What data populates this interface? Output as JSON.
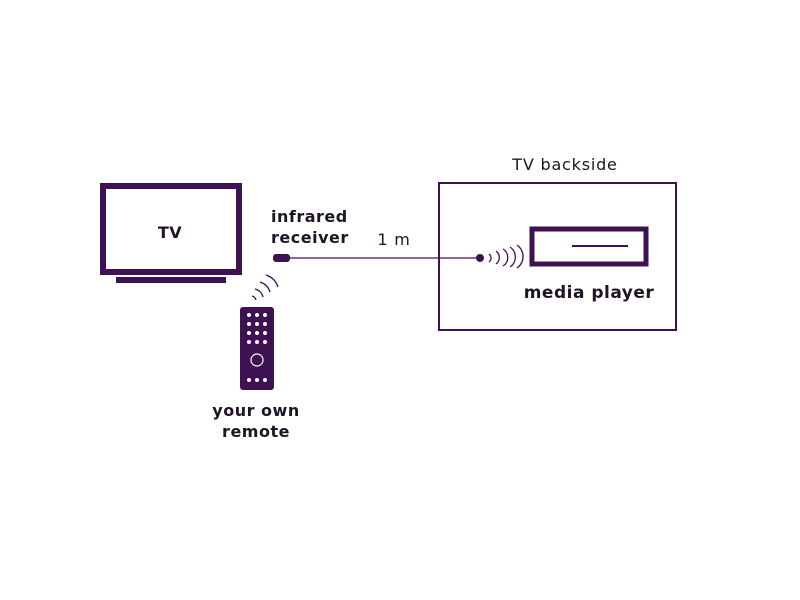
{
  "colors": {
    "accent": "#3d1152",
    "text": "#1e1424"
  },
  "tv": {
    "label": "TV"
  },
  "receiver": {
    "label_line1": "infrared",
    "label_line2": "receiver"
  },
  "cable": {
    "length_label": "1 m"
  },
  "backside": {
    "label": "TV backside"
  },
  "media_player": {
    "label": "media player"
  },
  "remote": {
    "label_line1": "your own",
    "label_line2": "remote"
  }
}
